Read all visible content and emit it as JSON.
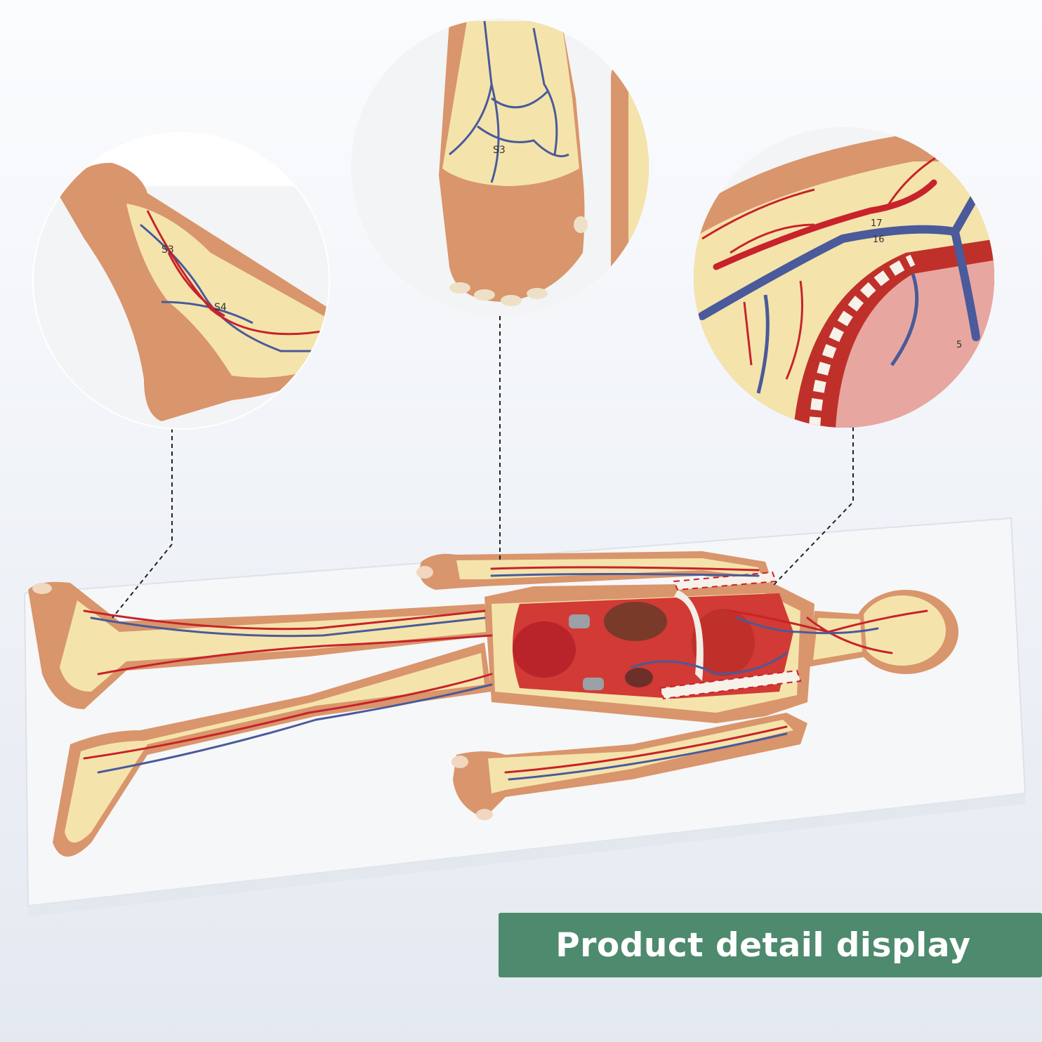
{
  "banner": {
    "text": "Product detail display"
  },
  "photo_labels": {
    "foot_detail": "S3",
    "foot_detail_2": "S4",
    "hand_detail": "S3",
    "chest_detail_1": "17",
    "chest_detail_2": "16",
    "chest_detail_3": "5"
  },
  "colors": {
    "background_top": "#fafbfd",
    "background_bottom": "#e6ebf2",
    "banner": "#4e8a6d",
    "skin": "#d9956b",
    "cut_surface": "#f4e4ac",
    "artery": "#c8222a",
    "vein": "#4a5a9a",
    "base_board": "#f5f6f8",
    "leader_line": "#222222"
  }
}
